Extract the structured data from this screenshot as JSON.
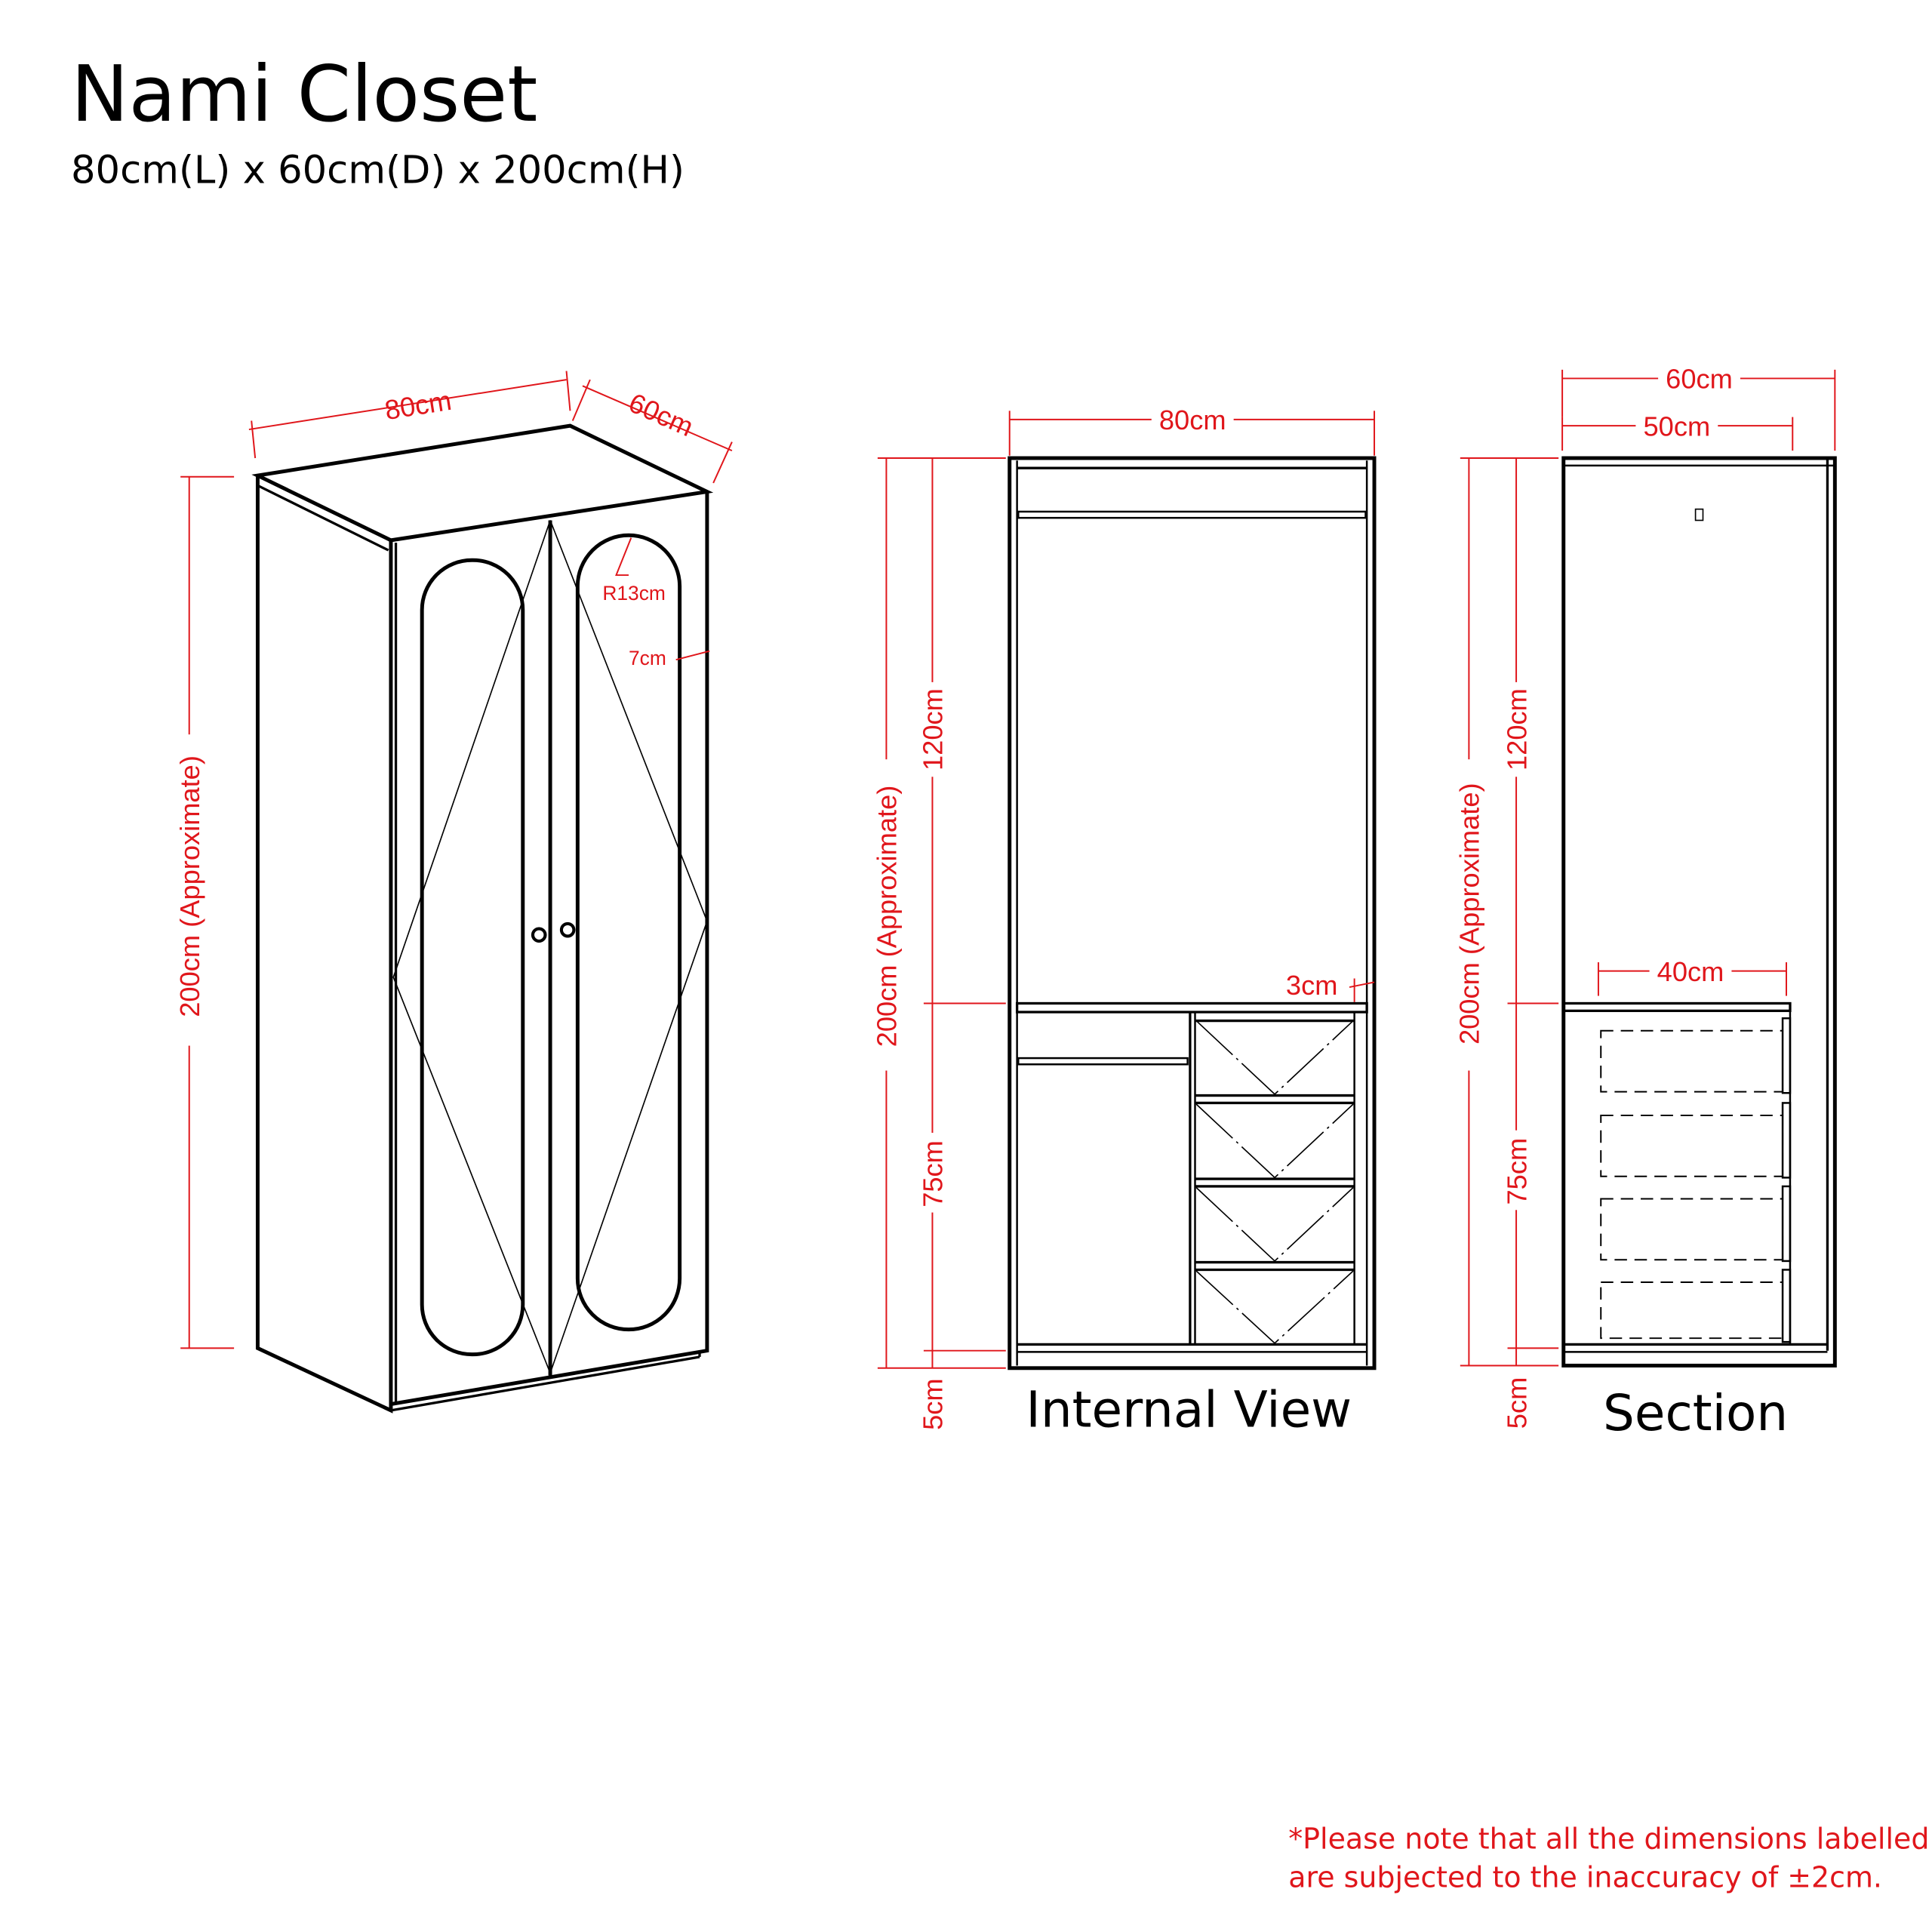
{
  "title": "Nami Closet",
  "subtitle": "80cm(L) x 60cm(D) x 200cm(H)",
  "colors": {
    "dimension": "#e0161b",
    "line": "#000000"
  },
  "iso_view": {
    "width": "80cm",
    "depth": "60cm",
    "height": "200cm (Approximate)",
    "radius": "R13cm",
    "frame": "7cm"
  },
  "internal_view": {
    "label": "Internal View",
    "width": "80cm",
    "height": "200cm (Approximate)",
    "upper": "120cm",
    "lower": "75cm",
    "plinth": "5cm",
    "gap": "3cm"
  },
  "section": {
    "label": "Section",
    "depth": "60cm",
    "inner_depth": "50cm",
    "drawer_depth": "40cm",
    "height": "200cm (Approximate)",
    "upper": "120cm",
    "lower": "75cm",
    "plinth": "5cm"
  },
  "note": {
    "line1": "*Please note that all the dimensions labelled",
    "line2": "are subjected to the inaccuracy of ±2cm."
  }
}
